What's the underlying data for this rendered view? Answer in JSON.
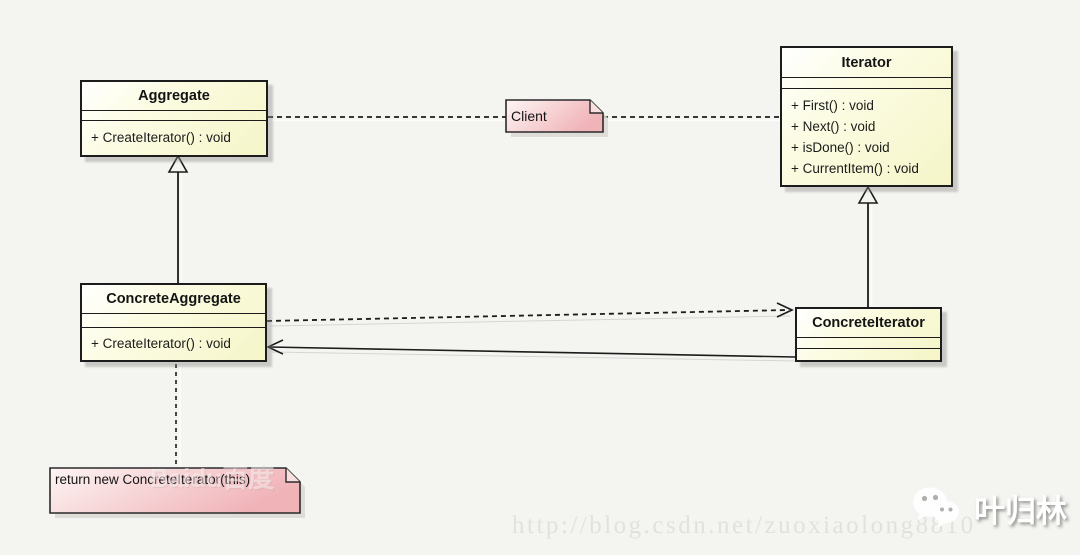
{
  "diagram_type": "uml-class-diagram",
  "pattern": "Iterator",
  "classes": {
    "aggregate": {
      "name": "Aggregate",
      "methods": [
        "+ CreateIterator() : void"
      ]
    },
    "iterator": {
      "name": "Iterator",
      "methods": [
        "+ First() : void",
        "+ Next() : void",
        "+ isDone() : void",
        "+ CurrentItem() : void"
      ]
    },
    "concreteAggregate": {
      "name": "ConcreteAggregate",
      "methods": [
        "+ CreateIterator() : void"
      ]
    },
    "concreteIterator": {
      "name": "ConcreteIterator",
      "methods": []
    }
  },
  "notes": {
    "client": "Client",
    "creation": "return new ConcreteIterator(this)"
  },
  "relationships": [
    {
      "type": "dashed-link",
      "from": "Aggregate",
      "to": "Client note"
    },
    {
      "type": "dashed-link",
      "from": "Client note",
      "to": "Iterator"
    },
    {
      "type": "generalization",
      "from": "ConcreteAggregate",
      "to": "Aggregate"
    },
    {
      "type": "generalization",
      "from": "ConcreteIterator",
      "to": "Iterator"
    },
    {
      "type": "dependency",
      "from": "ConcreteAggregate",
      "to": "ConcreteIterator"
    },
    {
      "type": "association",
      "from": "ConcreteIterator",
      "to": "ConcreteAggregate"
    },
    {
      "type": "note-anchor",
      "from": "ConcreteAggregate",
      "to": "creation note"
    }
  ],
  "watermarks": {
    "url": "http://blog.csdn.net/zuoxiaolong8810",
    "brand": "叶归林",
    "baidu": "Baidu百度"
  },
  "colors": {
    "background": "#f4f4f1",
    "class_fill_top": "#ffffff",
    "class_fill_bottom": "#f5f5c8",
    "note_fill_left": "#fdf5f4",
    "note_fill_right": "#f0b3b8",
    "border": "#1c1c1c",
    "shadow": "#d9d8d4",
    "url_watermark": "#e2e1de"
  }
}
